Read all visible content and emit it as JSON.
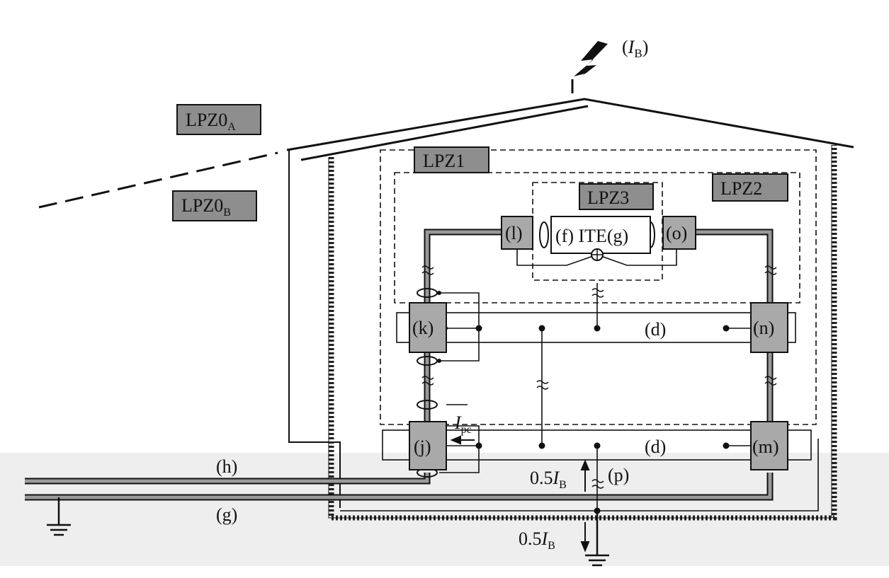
{
  "strike": {
    "label": "I",
    "sub": "B",
    "open": "(",
    "close": ")"
  },
  "zones": {
    "lpz0a": {
      "main": "LPZ0",
      "sub": "A"
    },
    "lpz0b": {
      "main": "LPZ0",
      "sub": "B"
    },
    "lpz1": "LPZ1",
    "lpz2": "LPZ2",
    "lpz3": "LPZ3"
  },
  "spd": {
    "l": "(l)",
    "o": "(o)",
    "k": "(k)",
    "n": "(n)",
    "j": "(j)",
    "m": "(m)"
  },
  "ite": {
    "label": "(f) ITE(g)"
  },
  "labels": {
    "d_upper": "(d)",
    "d_lower": "(d)",
    "h": "(h)",
    "g": "(g)",
    "p": "(p)",
    "ipc_main": "I",
    "ipc_sub": "pc",
    "half_ib_upper_coef": "0.5",
    "half_ib_upper_var": "I",
    "half_ib_upper_sub": "B",
    "half_ib_lower_coef": "0.5",
    "half_ib_lower_var": "I",
    "half_ib_lower_sub": "B"
  },
  "colors": {
    "zone_tag": "#8e8e8e",
    "spd_box": "#a9a9a9",
    "cable": "#9a9a9a",
    "ground_band": "#ececec"
  }
}
